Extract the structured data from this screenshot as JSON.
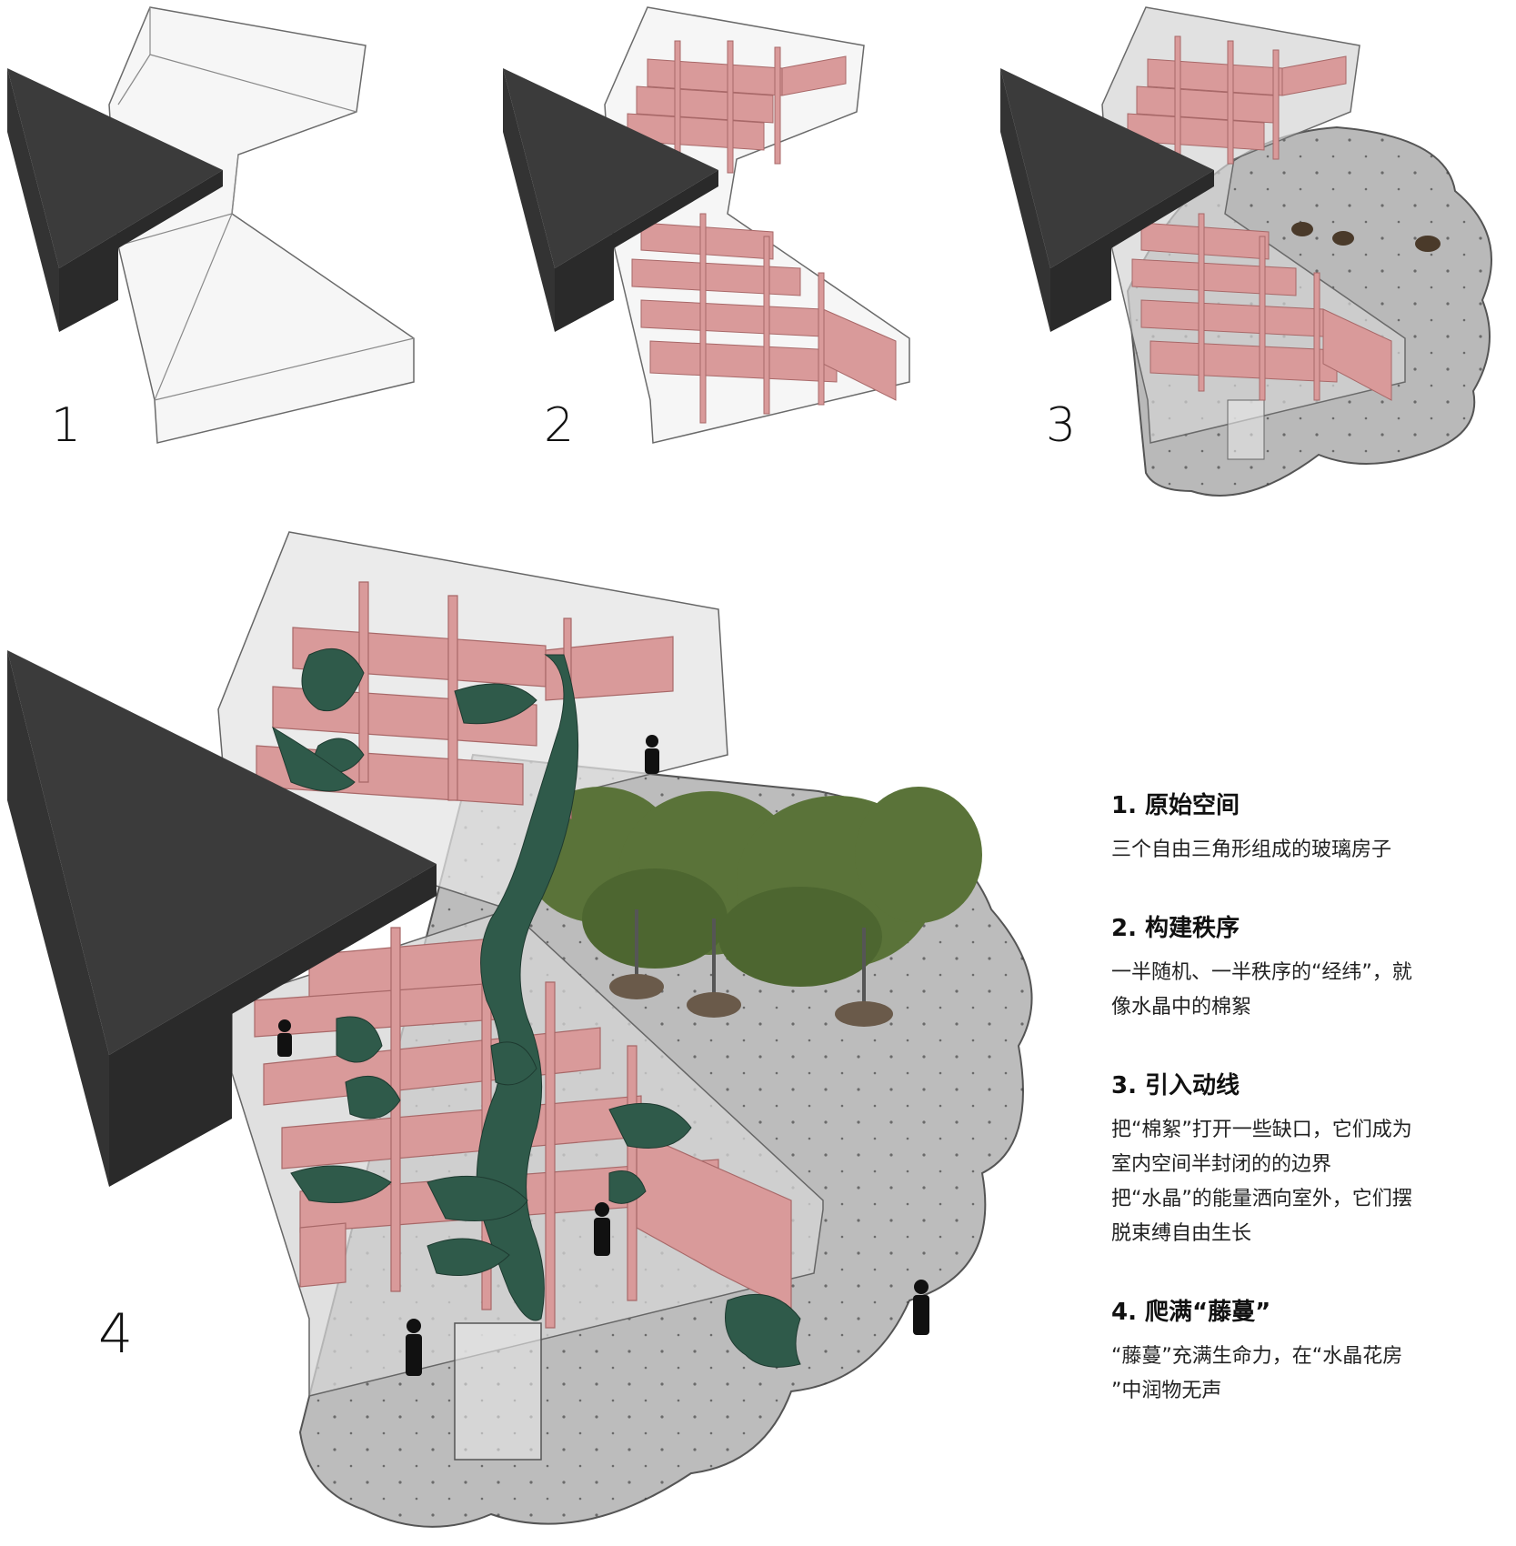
{
  "steps": [
    "1",
    "2",
    "3",
    "4"
  ],
  "legend": [
    {
      "title": "1. 原始空间",
      "lines": [
        "三个自由三角形组成的玻璃房子"
      ]
    },
    {
      "title": "2. 构建秩序",
      "lines": [
        "一半随机、一半秩序的“经纬”，就",
        "像水晶中的棉絮"
      ]
    },
    {
      "title": "3. 引入动线",
      "lines": [
        "把“棉絮”打开一些缺口，它们成为",
        "室内空间半封闭的的边界",
        "把“水晶”的能量洒向室外，它们摆",
        "脱束缚自由生长"
      ]
    },
    {
      "title": "4. 爬满“藤蔓”",
      "lines": [
        "“藤蔓”充满生命力，在“水晶花房",
        "”中润物无声"
      ]
    }
  ],
  "colors": {
    "dark_volume": "#3b3b3b",
    "dark_side": "#2a2a2a",
    "glass_line": "#6a6a6a",
    "glass_fill": "#f4f4f4",
    "wall_pink": "#d99a9a",
    "wall_edge": "#a86868",
    "ground": "#b9b9b9",
    "ground_edge": "#555555",
    "vine": "#2f5a4a",
    "tree": "#5a7339",
    "person": "#111111"
  }
}
